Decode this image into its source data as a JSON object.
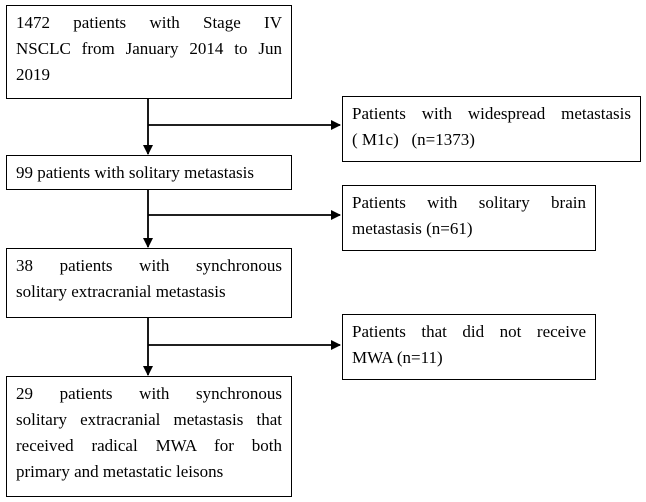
{
  "flowchart": {
    "main_boxes": [
      {
        "lines": [
          "1472 patients with Stage IV",
          "NSCLC from January 2014 to Jun",
          "2019"
        ]
      },
      {
        "lines": [
          "99 patients with solitary metastasis"
        ]
      },
      {
        "lines": [
          "38 patients with synchronous",
          "solitary extracranial metastasis"
        ]
      },
      {
        "lines": [
          "29 patients with synchronous",
          "solitary extracranial metastasis that",
          "received radical MWA for both",
          "primary and metastatic leisons"
        ]
      }
    ],
    "exclusion_boxes": [
      {
        "lines": [
          "Patients with widespread metastasis",
          "( M1c)   (n=1373)"
        ]
      },
      {
        "lines": [
          "Patients with solitary brain",
          "metastasis (n=61)"
        ]
      },
      {
        "lines": [
          "Patients that did not receive",
          "MWA (n=11)"
        ]
      }
    ]
  }
}
